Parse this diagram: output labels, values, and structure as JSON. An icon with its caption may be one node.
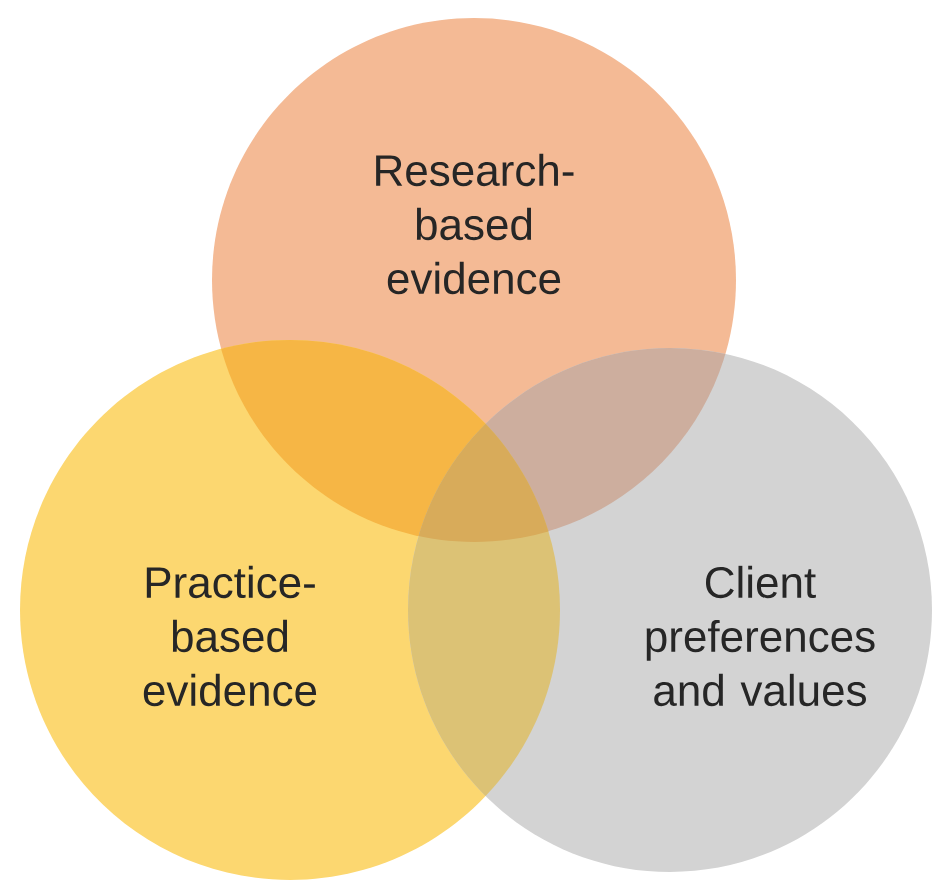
{
  "diagram": {
    "nodes": [
      {
        "text": [
          "Research-based evidence"
        ]
      },
      {
        "text": [
          "Practice-based evidence"
        ]
      },
      {
        "text": [
          "Client preferences and values"
        ]
      }
    ]
  }
}
